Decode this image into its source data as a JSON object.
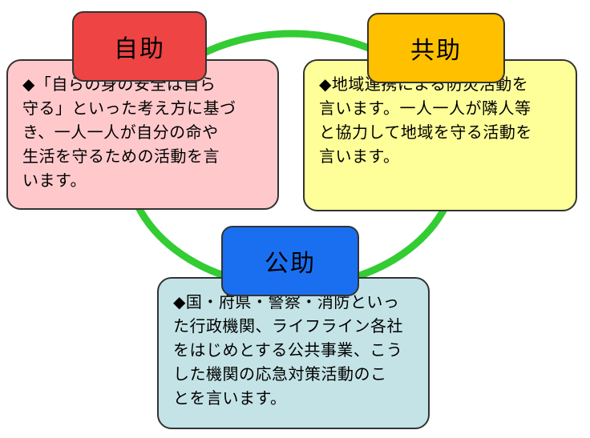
{
  "colors": {
    "ring": "#33cc33",
    "jijo_title_bg": "#ee4444",
    "kyojo_title_bg": "#ffc000",
    "kojo_title_bg": "#1a6ff0",
    "jijo_desc_bg": "#ffc9cc",
    "kyojo_desc_bg": "#ffff99",
    "kojo_desc_bg": "#c4e3e6"
  },
  "jijo": {
    "title": "自助",
    "lines": [
      "◆「自らの身の安全は自ら",
      "守る」といった考え方に基づ",
      "き、一人一人が自分の命や",
      "生活を守るための活動を言",
      "います。"
    ]
  },
  "kyojo": {
    "title": "共助",
    "lines": [
      "◆地域連携による防災活動を",
      "言います。一人一人が隣人等",
      "と協力して地域を守る活動を",
      "言います。"
    ]
  },
  "kojo": {
    "title": "公助",
    "lines": [
      "◆国・府県・警察・消防といっ",
      "た行政機関、ライフライン各社",
      "をはじめとする公共事業、こう",
      "した機関の応急対策活動のこ",
      "とを言います。"
    ]
  }
}
